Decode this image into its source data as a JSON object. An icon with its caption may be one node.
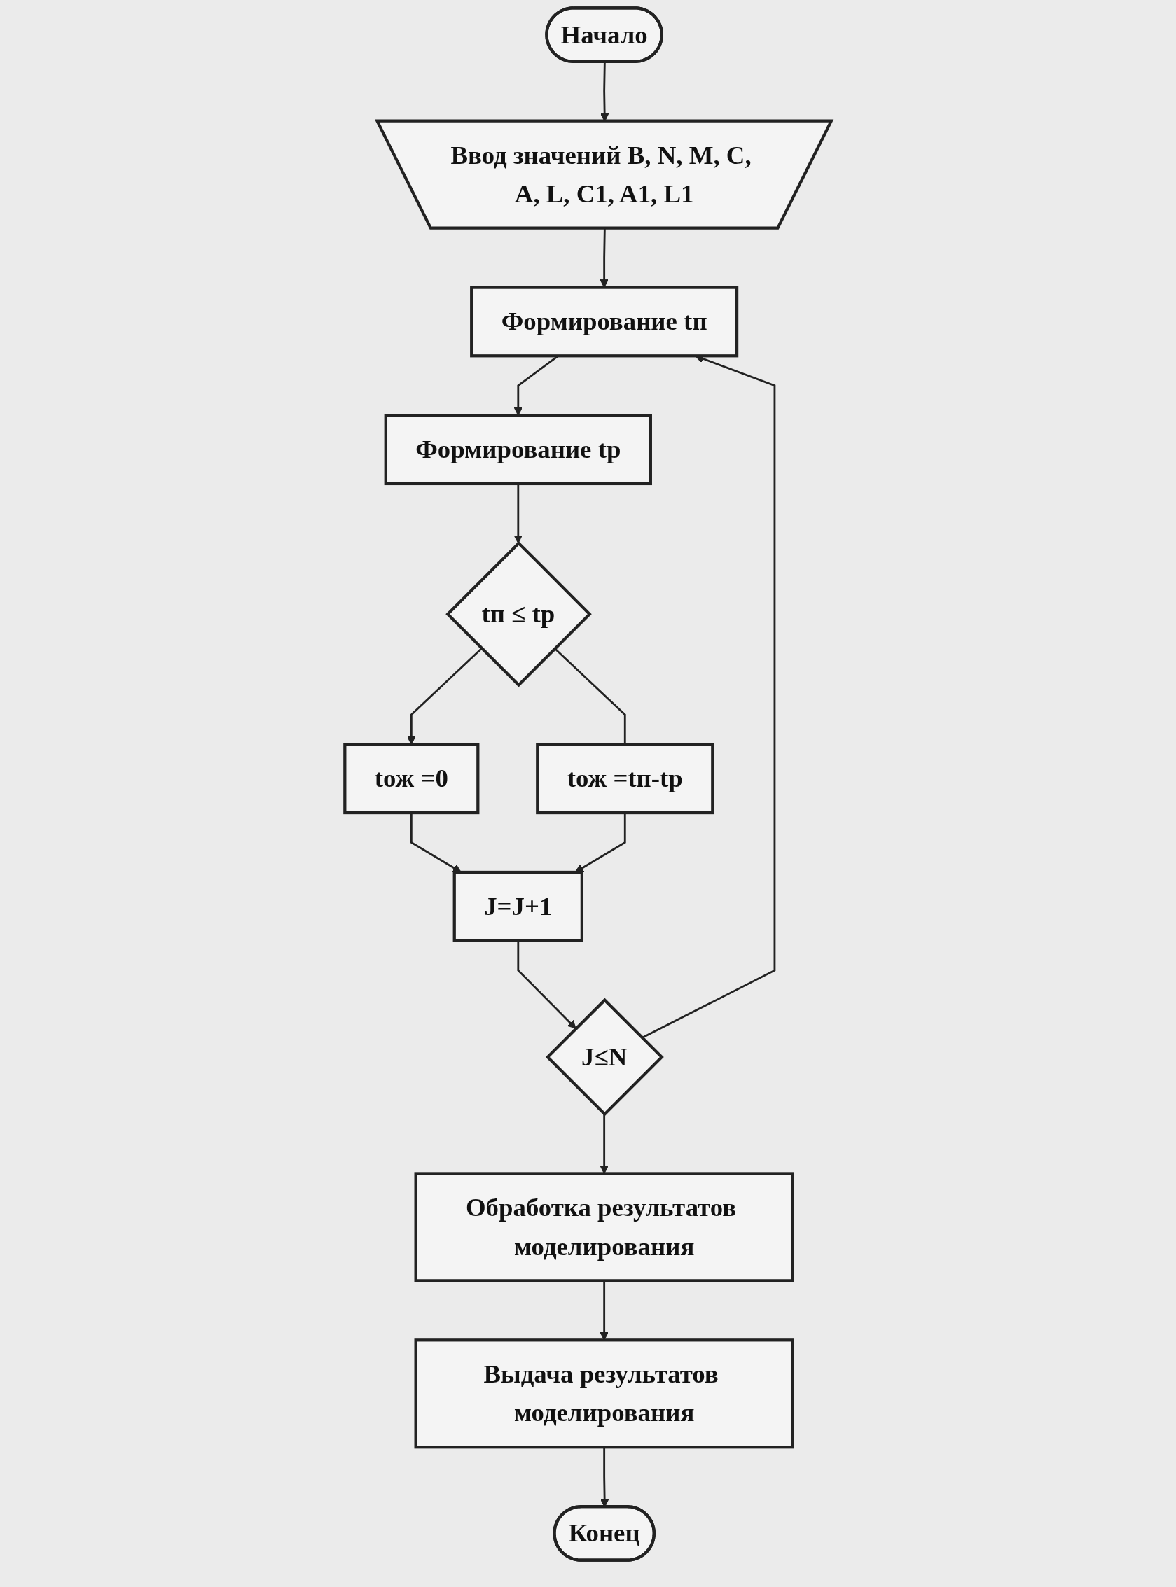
{
  "diagram": {
    "nodes": [
      {
        "text": [
          "Начало"
        ]
      },
      {
        "text": [
          "Ввод значений B, N, M, C, A, L, C1, A1, L1"
        ]
      },
      {
        "text": [
          "Формирование tп"
        ]
      },
      {
        "text": [
          "Формирование tр"
        ]
      },
      {
        "text": [
          "tп ≤ tр"
        ]
      },
      {
        "text": [
          "tож =0"
        ]
      },
      {
        "text": [
          "tож =tп-tр"
        ]
      },
      {
        "text": [
          "J=J+1"
        ]
      },
      {
        "text": [
          "J≤N"
        ]
      },
      {
        "text": [
          "Обработка результатов моделирования"
        ]
      },
      {
        "text": [
          "Выдача результатов моделирования"
        ]
      },
      {
        "text": [
          "Конец"
        ]
      }
    ],
    "edges": [
      {
        "from": 0,
        "to": 1,
        "arrow": "to"
      },
      {
        "from": 1,
        "to": 2,
        "arrow": "to"
      },
      {
        "from": 2,
        "to": 3,
        "arrow": "to"
      },
      {
        "from": 3,
        "to": 4,
        "arrow": "to"
      },
      {
        "from": 4,
        "to": 5,
        "arrow": "to"
      },
      {
        "from": 4,
        "to": 6,
        "arrow": "none"
      },
      {
        "from": 5,
        "to": 7,
        "arrow": "to"
      },
      {
        "from": 6,
        "to": 7,
        "arrow": "to"
      },
      {
        "from": 7,
        "to": 8,
        "arrow": "to"
      },
      {
        "from": 8,
        "to": 2,
        "arrow": "to"
      },
      {
        "from": 8,
        "to": 9,
        "arrow": "to"
      },
      {
        "from": 9,
        "to": 10,
        "arrow": "to"
      },
      {
        "from": 10,
        "to": 11,
        "arrow": "to"
      }
    ]
  }
}
